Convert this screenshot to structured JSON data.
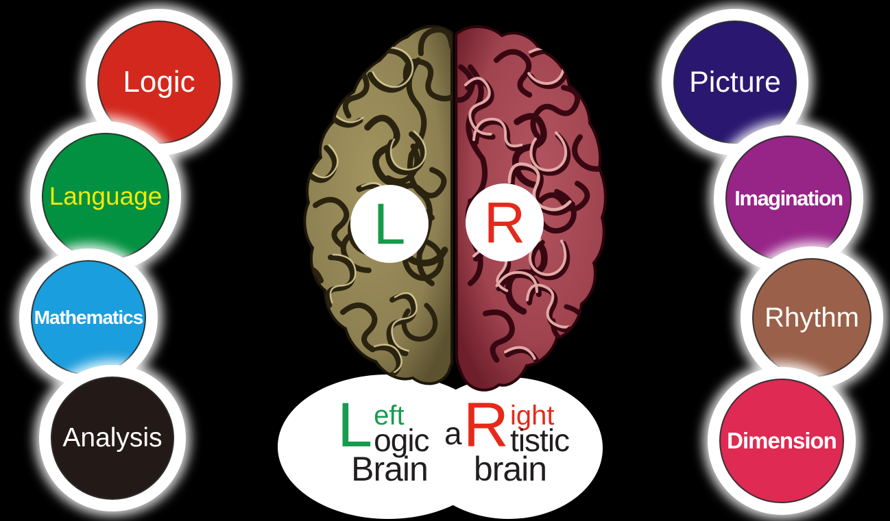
{
  "left_column": [
    {
      "label": "Logic",
      "bg": "#d3281d",
      "text_color": "#ffffff",
      "bold": false
    },
    {
      "label": "Language",
      "bg": "#029140",
      "text_color": "#f2ea0a",
      "bold": false
    },
    {
      "label": "Mathematics",
      "bg": "#1b9edd",
      "text_color": "#ffffff",
      "bold": true
    },
    {
      "label": "Analysis",
      "bg": "#231a17",
      "text_color": "#ffffff",
      "bold": false
    }
  ],
  "right_column": [
    {
      "label": "Picture",
      "bg": "#291770",
      "text_color": "#ffffff",
      "bold": false
    },
    {
      "label": "Imagination",
      "bg": "#972487",
      "text_color": "#ffffff",
      "bold": true
    },
    {
      "label": "Rhythm",
      "bg": "#9a6049",
      "text_color": "#ffffff",
      "bold": false
    },
    {
      "label": "Dimension",
      "bg": "#df2a53",
      "text_color": "#ffffff",
      "bold": true
    }
  ],
  "brain": {
    "left_marker": {
      "label": "L",
      "color": "#169a49"
    },
    "right_marker": {
      "label": "R",
      "color": "#e32b1d"
    },
    "left_hemisphere_color": "#8d8052",
    "right_hemisphere_color": "#a04450"
  },
  "caption": {
    "left": {
      "big": "L",
      "sup": "eft",
      "rest": "ogic",
      "line2": "Brain",
      "accent": "#169c4e"
    },
    "right": {
      "pre": "a",
      "big": "R",
      "sup": "ight",
      "rest": "tistic",
      "line2": "brain",
      "accent": "#e52a1a"
    },
    "text_color": "#221e1f"
  },
  "background_color": "#000000"
}
